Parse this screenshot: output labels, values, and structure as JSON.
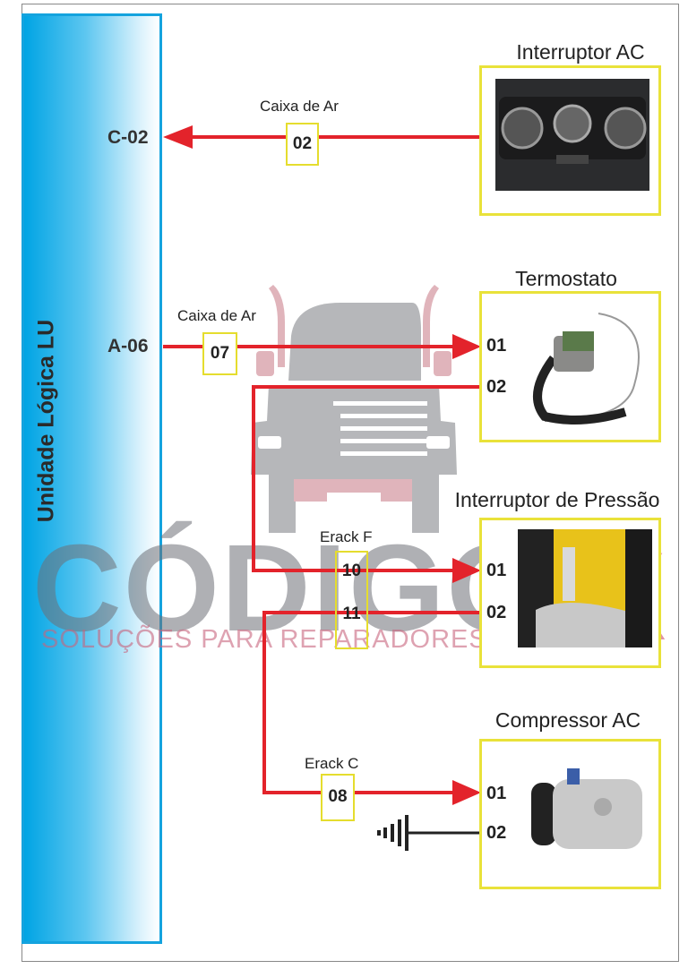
{
  "logic_unit": {
    "label": "Unidade Lógica LU",
    "pins": {
      "c02": "C-02",
      "a06": "A-06"
    }
  },
  "colors": {
    "wire": "#e3232b",
    "ground": "#222222",
    "connector_border": "#e5dd2e",
    "lu_blue": "#14a3de"
  },
  "watermark": {
    "brand": "CÓDIGO",
    "brand_x": "X",
    "tagline": "SOLUÇÕES PARA REPARADORES"
  },
  "components": [
    {
      "title": "Interruptor AC",
      "pins": []
    },
    {
      "title": "Termostato",
      "pins": [
        "01",
        "02"
      ]
    },
    {
      "title": "Interruptor de Pressão",
      "pins": [
        "01",
        "02"
      ]
    },
    {
      "title": "Compressor AC",
      "pins": [
        "01",
        "02"
      ]
    }
  ],
  "connectors": [
    {
      "label": "Caixa de Ar",
      "pins": [
        "02"
      ]
    },
    {
      "label": "Caixa de Ar",
      "pins": [
        "07"
      ]
    },
    {
      "label": "Erack F",
      "pins": [
        "10",
        "11"
      ]
    },
    {
      "label": "Erack C",
      "pins": [
        "08"
      ]
    }
  ]
}
